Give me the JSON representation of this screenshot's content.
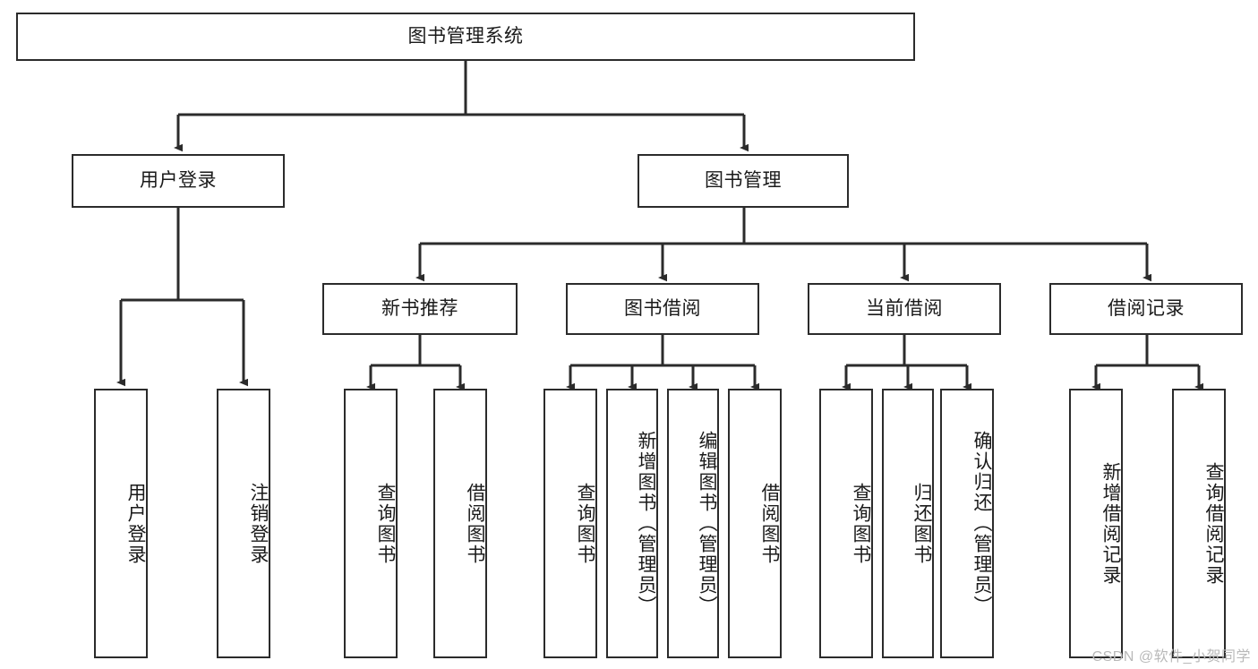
{
  "diagram": {
    "title": "图书管理系统",
    "type": "tree",
    "colors": {
      "stroke": "#2b2b2b",
      "fill": "#ffffff",
      "text": "#1a1a1a",
      "watermark": "#b9b9b9"
    },
    "watermark": "CSDN @软件_小贺同学",
    "nodes": {
      "root": {
        "label": "图书管理系统",
        "level": 0,
        "orientation": "horizontal"
      },
      "level1": [
        {
          "id": "user-login",
          "label": "用户登录",
          "orientation": "horizontal"
        },
        {
          "id": "book-manage",
          "label": "图书管理",
          "orientation": "horizontal"
        }
      ],
      "level2": [
        {
          "id": "new-book-recommend",
          "label": "新书推荐",
          "orientation": "horizontal",
          "parent": "book-manage"
        },
        {
          "id": "book-borrow",
          "label": "图书借阅",
          "orientation": "horizontal",
          "parent": "book-manage"
        },
        {
          "id": "current-borrow",
          "label": "当前借阅",
          "orientation": "horizontal",
          "parent": "book-manage"
        },
        {
          "id": "borrow-record",
          "label": "借阅记录",
          "orientation": "horizontal",
          "parent": "book-manage"
        }
      ],
      "leaves": [
        {
          "id": "leaf-user-login",
          "label": "用户登录",
          "parent": "user-login",
          "orientation": "vertical"
        },
        {
          "id": "leaf-user-logout",
          "label": "注销登录",
          "parent": "user-login",
          "orientation": "vertical"
        },
        {
          "id": "leaf-query-book-rec",
          "label": "查询图书",
          "parent": "new-book-recommend",
          "orientation": "vertical"
        },
        {
          "id": "leaf-borrow-book-rec",
          "label": "借阅图书",
          "parent": "new-book-recommend",
          "orientation": "vertical"
        },
        {
          "id": "leaf-query-book-borrow",
          "label": "查询图书",
          "parent": "book-borrow",
          "orientation": "vertical"
        },
        {
          "id": "leaf-add-book",
          "label": "新增图书（管理员）",
          "parent": "book-borrow",
          "orientation": "vertical"
        },
        {
          "id": "leaf-edit-book",
          "label": "编辑图书（管理员）",
          "parent": "book-borrow",
          "orientation": "vertical"
        },
        {
          "id": "leaf-borrow-book",
          "label": "借阅图书",
          "parent": "book-borrow",
          "orientation": "vertical"
        },
        {
          "id": "leaf-query-book-current",
          "label": "查询图书",
          "parent": "current-borrow",
          "orientation": "vertical"
        },
        {
          "id": "leaf-return-book",
          "label": "归还图书",
          "parent": "current-borrow",
          "orientation": "vertical"
        },
        {
          "id": "leaf-confirm-return",
          "label": "确认归还（管理员）",
          "parent": "current-borrow",
          "orientation": "vertical"
        },
        {
          "id": "leaf-add-record",
          "label": "新增借阅记录",
          "parent": "borrow-record",
          "orientation": "vertical"
        },
        {
          "id": "leaf-query-record",
          "label": "查询借阅记录",
          "parent": "borrow-record",
          "orientation": "vertical"
        }
      ]
    }
  }
}
